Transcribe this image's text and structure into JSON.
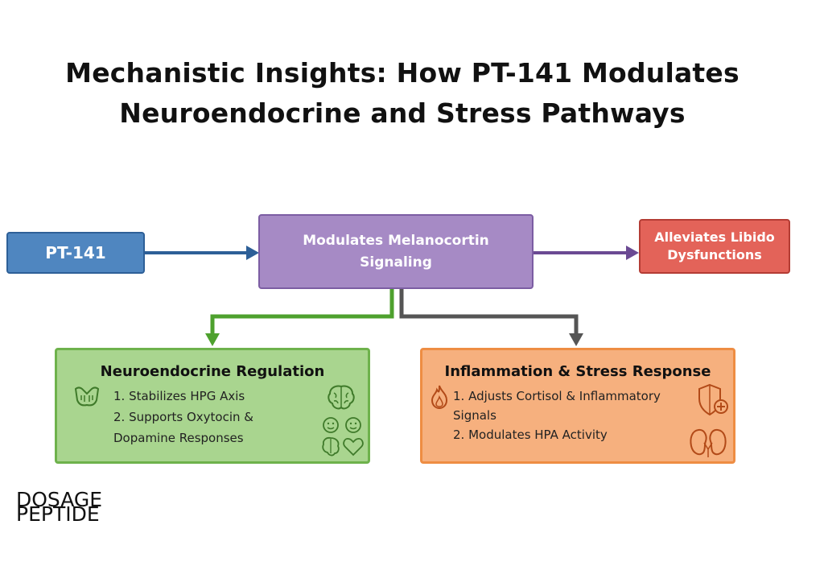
{
  "title": {
    "line1": "Mechanistic Insights: How PT-141 Modulates",
    "line2": "Neuroendocrine and Stress Pathways"
  },
  "nodes": {
    "pt141": "PT-141",
    "modulates": {
      "line1": "Modulates Melanocortin",
      "line2": "Signaling"
    },
    "alleviates": {
      "line1": "Alleviates Libido",
      "line2": "Dysfunctions"
    }
  },
  "neuro": {
    "title": "Neuroendocrine Regulation",
    "lines": [
      "1. Stabilizes HPG Axis",
      "2. Supports Oxytocin &",
      "Dopamine Responses"
    ]
  },
  "inflam": {
    "title": "Inflammation & Stress Response",
    "lines": [
      "1. Adjusts Cortisol & Inflammatory",
      "Signals",
      "2. Modulates HPA Activity"
    ]
  },
  "brand": {
    "line1": "DOSAGE",
    "line2": "PEPTIDE"
  },
  "colors": {
    "blue": "#4f86c0",
    "purple": "#a68ac5",
    "red": "#e36359",
    "green": "#a9d58f",
    "orange": "#f6b07e"
  },
  "icons": [
    "thyroid-icon",
    "brain-icon",
    "faces-icon",
    "brain-heart-icon",
    "flame-icon",
    "shield-plus-icon",
    "kidneys-icon"
  ]
}
